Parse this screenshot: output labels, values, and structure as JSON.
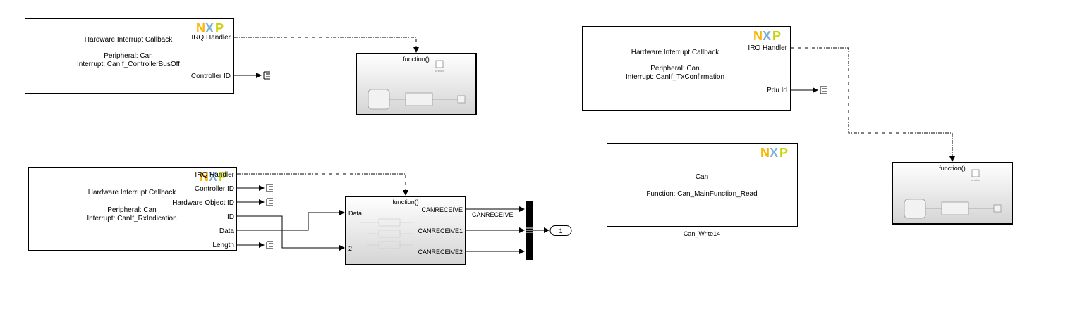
{
  "blocks": {
    "irq_busoff": {
      "title": "Hardware Interrupt Callback",
      "peripheral": "Peripheral: Can",
      "interrupt": "Interrupt: CanIf_ControllerBusOff",
      "ports": [
        "IRQ Handler",
        "Controller ID"
      ]
    },
    "irq_rx": {
      "title": "Hardware Interrupt Callback",
      "peripheral": "Peripheral: Can",
      "interrupt": "Interrupt: CanIf_RxIndication",
      "ports": [
        "IRQ Handler",
        "Controller ID",
        "Hardware Object ID",
        "ID",
        "Data",
        "Length"
      ]
    },
    "irq_tx": {
      "title": "Hardware Interrupt Callback",
      "peripheral": "Peripheral: Can",
      "interrupt": "Interrupt: CanIf_TxConfirmation",
      "ports": [
        "IRQ Handler",
        "Pdu Id"
      ]
    },
    "can_main": {
      "title": "Can",
      "function": "Function: Can_MainFunction_Read",
      "name": "Can_Write14"
    },
    "fc1": {
      "label": "function()",
      "inner": "function"
    },
    "fc2": {
      "label": "function()",
      "inner": "function"
    },
    "fc_main": {
      "label": "function()",
      "inputs": [
        "Data",
        "2"
      ],
      "outputs": [
        "CANRECEIVE",
        "CANRECEIVE1",
        "CANRECEIVE2"
      ]
    },
    "signal_label": "CANRECEIVE",
    "outport": "1"
  },
  "logo": "NXP",
  "colors": {
    "nxp_yellow": "#f9b500",
    "nxp_blue": "#7bb1db",
    "nxp_green": "#c9d200"
  }
}
